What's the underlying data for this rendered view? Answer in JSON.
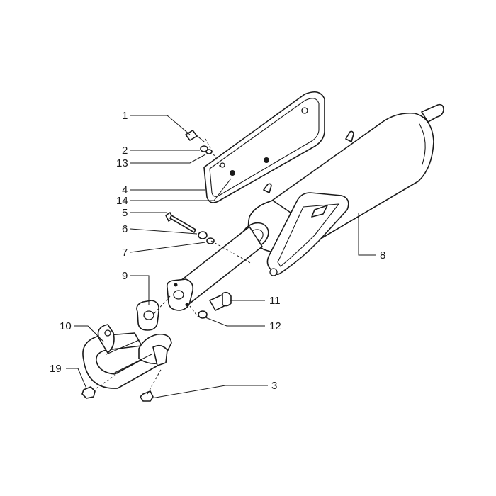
{
  "callouts": [
    {
      "id": "1",
      "label": "1"
    },
    {
      "id": "2",
      "label": "2"
    },
    {
      "id": "13",
      "label": "13"
    },
    {
      "id": "4",
      "label": "4"
    },
    {
      "id": "14",
      "label": "14"
    },
    {
      "id": "5",
      "label": "5"
    },
    {
      "id": "6",
      "label": "6"
    },
    {
      "id": "7",
      "label": "7"
    },
    {
      "id": "8",
      "label": "8"
    },
    {
      "id": "9",
      "label": "9"
    },
    {
      "id": "11",
      "label": "11"
    },
    {
      "id": "12",
      "label": "12"
    },
    {
      "id": "10",
      "label": "10"
    },
    {
      "id": "19",
      "label": "19"
    },
    {
      "id": "3",
      "label": "3"
    }
  ],
  "colors": {
    "ink": "#1a1a1a",
    "paper": "#ffffff"
  }
}
